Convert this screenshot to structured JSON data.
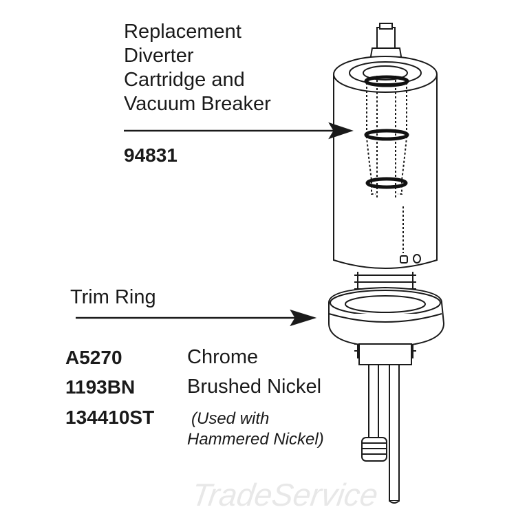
{
  "cartridge": {
    "title_lines": [
      "Replacement",
      "Diverter",
      "Cartridge and",
      "Vacuum Breaker"
    ],
    "part_number": "94831"
  },
  "trim_ring": {
    "title": "Trim Ring",
    "options": [
      {
        "part": "A5270",
        "finish": "Chrome"
      },
      {
        "part": "1193BN",
        "finish": "Brushed Nickel"
      },
      {
        "part": "134410ST",
        "finish_lines": [
          "(Used with",
          "Hammered Nickel)"
        ]
      }
    ]
  },
  "watermark": "TradeService",
  "colors": {
    "line": "#1a1a1a",
    "background": "#ffffff",
    "watermark": "#e6e6e6"
  }
}
